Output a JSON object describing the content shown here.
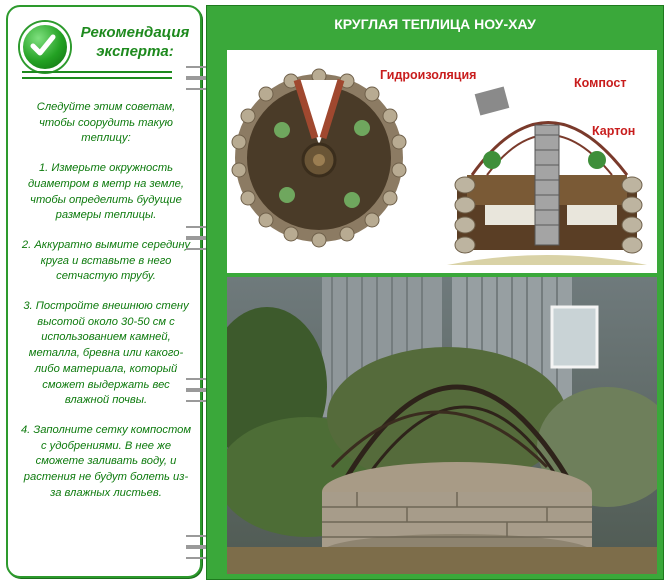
{
  "expert": {
    "title_line1": "Рекомендация",
    "title_line2": "эксперта:"
  },
  "advice": {
    "intro": "Следуйте этим советам, чтобы соорудить такую теплицу:",
    "steps": [
      "1. Измерьте окружность диаметром  в метр на земле, чтобы определить будущие размеры теплицы.",
      "2. Аккуратно вымите середину круга и вставьте в него сетчастую трубу.",
      "3. Постройте внешнюю стену высотой около 30-50 см с использованием камней, металла, бревна или какого-либо материала, который сможет выдержать вес влажной почвы.",
      "4. Заполните сетку компостом с удобрениями. В нее же сможете заливать воду, и растения не будут болеть из-за влажных листьев."
    ]
  },
  "panel": {
    "title": "КРУГЛАЯ ТЕПЛИЦА НОУ-ХАУ"
  },
  "diagram_labels": {
    "waterproofing": "Гидроизоляция",
    "compost": "Компост",
    "cardboard": "Картон"
  },
  "colors": {
    "brand_green": "#2d9a2d",
    "panel_green": "#3aa83a",
    "label_red": "#c81d1d"
  }
}
